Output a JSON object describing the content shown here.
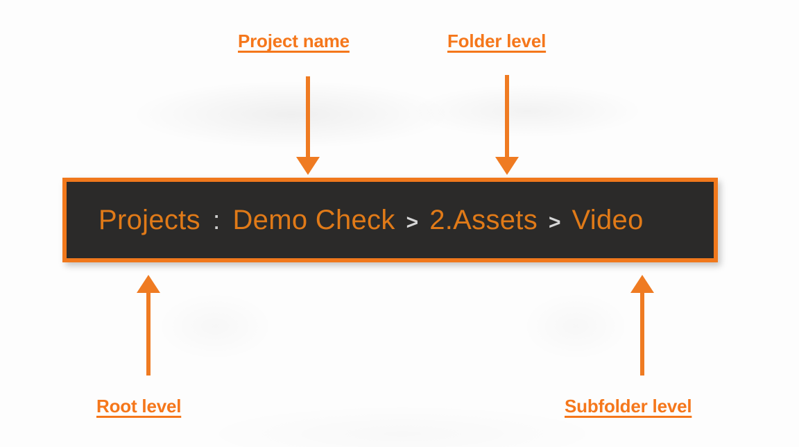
{
  "annotations": [
    {
      "id": "project-name",
      "label": "Project name"
    },
    {
      "id": "folder-level",
      "label": "Folder level"
    },
    {
      "id": "root-level",
      "label": "Root level"
    },
    {
      "id": "subfolder-level",
      "label": "Subfolder level"
    }
  ],
  "breadcrumb": {
    "root_label": "Projects",
    "root_separator": ":",
    "project_name": "Demo Check",
    "separator_1": ">",
    "folder_level": "2.Assets",
    "separator_2": ">",
    "subfolder_level": "Video"
  },
  "colors": {
    "accent_orange": "#f5771b",
    "crumb_orange": "#e07a18",
    "panel_background": "#2b2a29",
    "panel_border": "#f0781c",
    "separator_grey": "#d6d6d6",
    "page_background": "#fdfdfd"
  }
}
